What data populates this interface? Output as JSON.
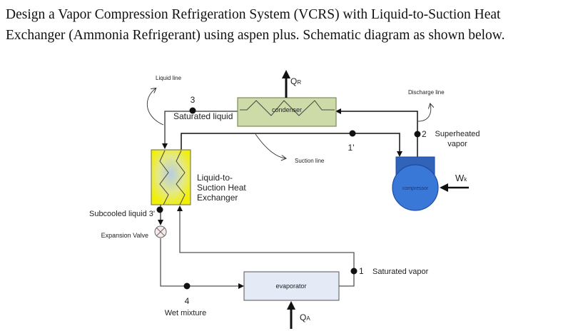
{
  "question": {
    "line1": "Design a Vapor Compression Refrigeration System (VCRS) with Liquid-to-Suction Heat",
    "line2": "Exchanger (Ammonia Refrigerant) using aspen plus. Schematic diagram as shown below."
  },
  "diagram": {
    "components": {
      "condenser": "condenser",
      "compressor": "compressor",
      "evaporator": "evaporator",
      "heat_exchanger": [
        "Liquid-to-",
        "Suction Heat",
        "Exchanger"
      ],
      "expansion_valve": "Expansion Valve"
    },
    "annotations": {
      "liquid_line": "Liquid line",
      "discharge_line": "Discharge line",
      "suction_line": "Suction line"
    },
    "states": {
      "s3": {
        "num": "3",
        "label": "Saturated liquid"
      },
      "s3p": {
        "label": "Subcooled liquid 3'"
      },
      "s4": {
        "num": "4",
        "label": "Wet mixture"
      },
      "s1": {
        "num": "1",
        "label": "Saturated vapor"
      },
      "s1p": {
        "num": "1'"
      },
      "s2": {
        "num": "2",
        "label1": "Superheated",
        "label2": "vapor"
      }
    },
    "energy": {
      "qr": {
        "main": "Q",
        "sub": "R"
      },
      "qa": {
        "main": "Q",
        "sub": "A"
      },
      "wk": {
        "main": "W",
        "sub": "k"
      }
    },
    "colors": {
      "condenser_fill": "#cddba8",
      "condenser_stroke": "#7d8a5c",
      "compressor_fill": "#3a78d8",
      "compressor_stroke": "#1d4ba0",
      "evaporator_fill": "#e4ebf6",
      "hx_fill": "#f2f000",
      "hx_center": "#b6cde0"
    }
  }
}
